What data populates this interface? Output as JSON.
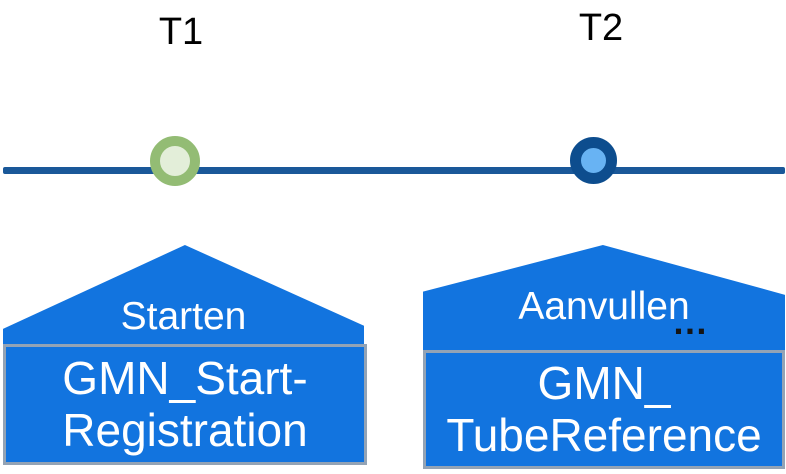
{
  "slide": {
    "background": "#FFFFFF",
    "timeline": {
      "labels": [
        {
          "text": "T1"
        },
        {
          "text": "T2"
        }
      ],
      "milestones": [
        {
          "name": "t1-milestone",
          "border_color": "#93BC74",
          "fill_color": "#E3EED9"
        },
        {
          "name": "t2-milestone",
          "border_color": "#0D4D8E",
          "fill_color": "#68B3F3"
        }
      ]
    },
    "events": [
      {
        "action": "Starten",
        "message": "GMN_Start-\nRegistration"
      },
      {
        "action": "Aanvullen",
        "suffix": "…",
        "message": "GMN_\nTubeReference"
      }
    ]
  },
  "colors": {
    "slide_bg": "#FFFFFF",
    "house_blue": "#1274DF",
    "line_blue": "#1A5899",
    "green_border": "#93BC74",
    "green_fill": "#E3EED9",
    "blue_border": "#0D4D8E",
    "blue_fill": "#68B3F3",
    "box_border": "#93A3B5",
    "text_white": "#FFFFFF",
    "text_black": "#000000",
    "ellipsis_color": "#141414"
  }
}
